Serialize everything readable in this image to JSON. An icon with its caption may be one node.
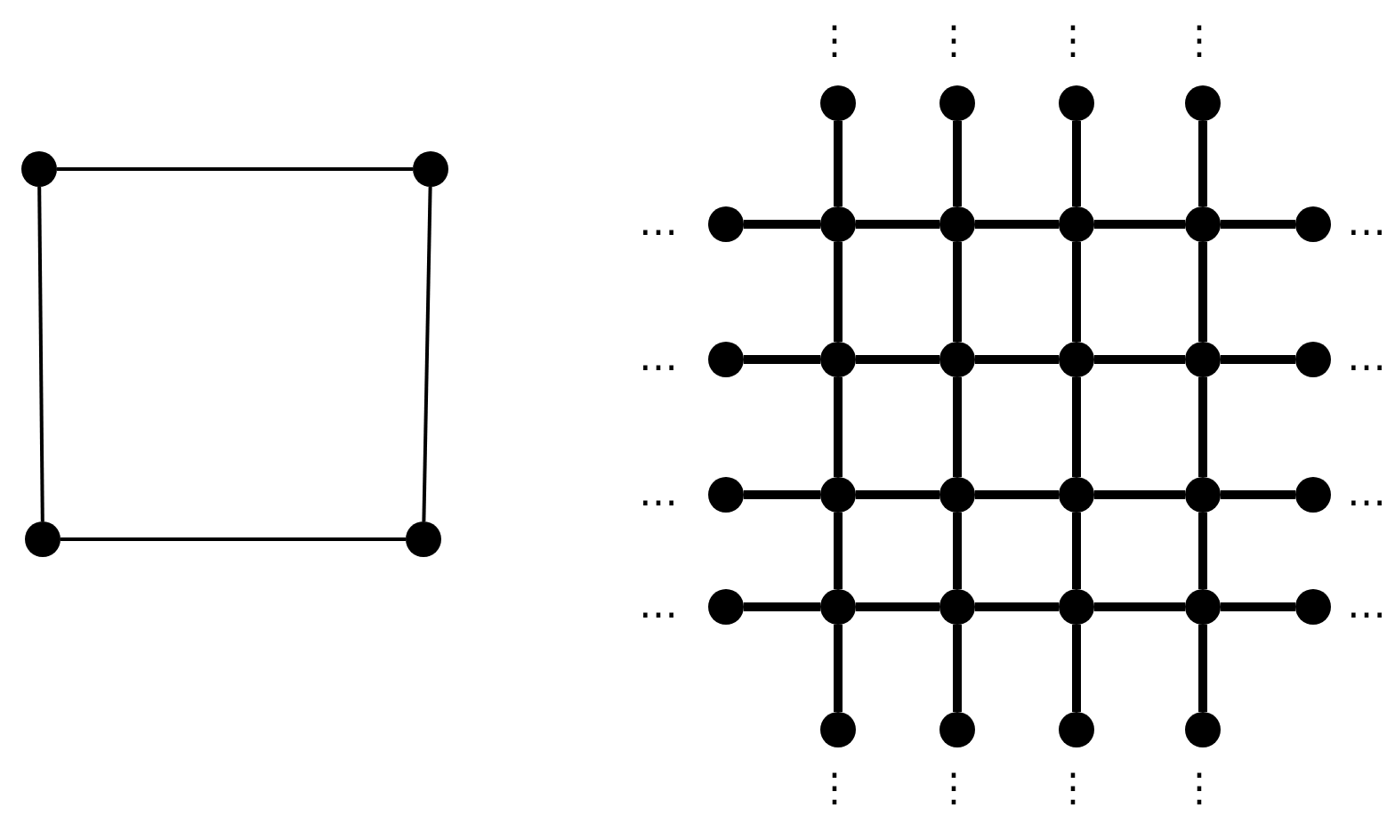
{
  "diagram": {
    "nodes": [
      {
        "text": [],
        "shape": "circle"
      },
      {
        "text": [],
        "shape": "circle"
      },
      {
        "text": [],
        "shape": "circle"
      },
      {
        "text": [],
        "shape": "circle"
      },
      {
        "text": [],
        "shape": "circle"
      },
      {
        "text": [],
        "shape": "circle"
      },
      {
        "text": [],
        "shape": "circle"
      },
      {
        "text": [],
        "shape": "circle"
      },
      {
        "text": [],
        "shape": "circle"
      },
      {
        "text": [],
        "shape": "circle"
      },
      {
        "text": [],
        "shape": "circle"
      },
      {
        "text": [],
        "shape": "circle"
      },
      {
        "text": [],
        "shape": "circle"
      },
      {
        "text": [],
        "shape": "circle"
      },
      {
        "text": [],
        "shape": "circle"
      },
      {
        "text": [],
        "shape": "circle"
      },
      {
        "text": [],
        "shape": "circle"
      },
      {
        "text": [],
        "shape": "circle"
      },
      {
        "text": [],
        "shape": "circle"
      },
      {
        "text": [],
        "shape": "circle"
      },
      {
        "text": [],
        "shape": "circle"
      },
      {
        "text": [],
        "shape": "circle"
      },
      {
        "text": [],
        "shape": "circle"
      },
      {
        "text": [],
        "shape": "circle"
      },
      {
        "text": [],
        "shape": "circle"
      },
      {
        "text": [],
        "shape": "circle"
      },
      {
        "text": [],
        "shape": "circle"
      },
      {
        "text": [],
        "shape": "circle"
      },
      {
        "text": [],
        "shape": "circle"
      },
      {
        "text": [],
        "shape": "circle"
      },
      {
        "text": [],
        "shape": "circle"
      },
      {
        "text": [],
        "shape": "circle"
      },
      {
        "text": [],
        "shape": "circle"
      },
      {
        "text": [],
        "shape": "circle"
      },
      {
        "text": [],
        "shape": "circle"
      },
      {
        "text": [],
        "shape": "circle"
      }
    ],
    "edges": [
      {
        "from": 0,
        "to": 1,
        "arrow": "none"
      },
      {
        "from": 1,
        "to": 3,
        "arrow": "none"
      },
      {
        "from": 3,
        "to": 2,
        "arrow": "none"
      },
      {
        "from": 2,
        "to": 0,
        "arrow": "none"
      },
      {
        "from": 8,
        "to": 9,
        "arrow": "none"
      },
      {
        "from": 9,
        "to": 10,
        "arrow": "none"
      },
      {
        "from": 10,
        "to": 11,
        "arrow": "none"
      },
      {
        "from": 11,
        "to": 12,
        "arrow": "none"
      },
      {
        "from": 12,
        "to": 13,
        "arrow": "none"
      },
      {
        "from": 14,
        "to": 15,
        "arrow": "none"
      },
      {
        "from": 15,
        "to": 16,
        "arrow": "none"
      },
      {
        "from": 16,
        "to": 17,
        "arrow": "none"
      },
      {
        "from": 17,
        "to": 18,
        "arrow": "none"
      },
      {
        "from": 18,
        "to": 19,
        "arrow": "none"
      },
      {
        "from": 20,
        "to": 21,
        "arrow": "none"
      },
      {
        "from": 21,
        "to": 22,
        "arrow": "none"
      },
      {
        "from": 22,
        "to": 23,
        "arrow": "none"
      },
      {
        "from": 23,
        "to": 24,
        "arrow": "none"
      },
      {
        "from": 24,
        "to": 25,
        "arrow": "none"
      },
      {
        "from": 26,
        "to": 27,
        "arrow": "none"
      },
      {
        "from": 27,
        "to": 28,
        "arrow": "none"
      },
      {
        "from": 28,
        "to": 29,
        "arrow": "none"
      },
      {
        "from": 29,
        "to": 30,
        "arrow": "none"
      },
      {
        "from": 30,
        "to": 31,
        "arrow": "none"
      },
      {
        "from": 4,
        "to": 9,
        "arrow": "none"
      },
      {
        "from": 9,
        "to": 15,
        "arrow": "none"
      },
      {
        "from": 15,
        "to": 21,
        "arrow": "none"
      },
      {
        "from": 21,
        "to": 27,
        "arrow": "none"
      },
      {
        "from": 27,
        "to": 32,
        "arrow": "none"
      },
      {
        "from": 5,
        "to": 10,
        "arrow": "none"
      },
      {
        "from": 10,
        "to": 16,
        "arrow": "none"
      },
      {
        "from": 16,
        "to": 22,
        "arrow": "none"
      },
      {
        "from": 22,
        "to": 28,
        "arrow": "none"
      },
      {
        "from": 28,
        "to": 33,
        "arrow": "none"
      },
      {
        "from": 6,
        "to": 11,
        "arrow": "none"
      },
      {
        "from": 11,
        "to": 17,
        "arrow": "none"
      },
      {
        "from": 17,
        "to": 23,
        "arrow": "none"
      },
      {
        "from": 23,
        "to": 29,
        "arrow": "none"
      },
      {
        "from": 29,
        "to": 34,
        "arrow": "none"
      },
      {
        "from": 7,
        "to": 12,
        "arrow": "none"
      },
      {
        "from": 12,
        "to": 18,
        "arrow": "none"
      },
      {
        "from": 18,
        "to": 24,
        "arrow": "none"
      },
      {
        "from": 24,
        "to": 30,
        "arrow": "none"
      },
      {
        "from": 30,
        "to": 35,
        "arrow": "none"
      }
    ],
    "labels": [
      "⋮",
      "⋮",
      "⋮",
      "⋮",
      "…",
      "…",
      "…",
      "…",
      "…",
      "…",
      "…",
      "…",
      "⋮",
      "⋮",
      "⋮",
      "⋮"
    ]
  }
}
